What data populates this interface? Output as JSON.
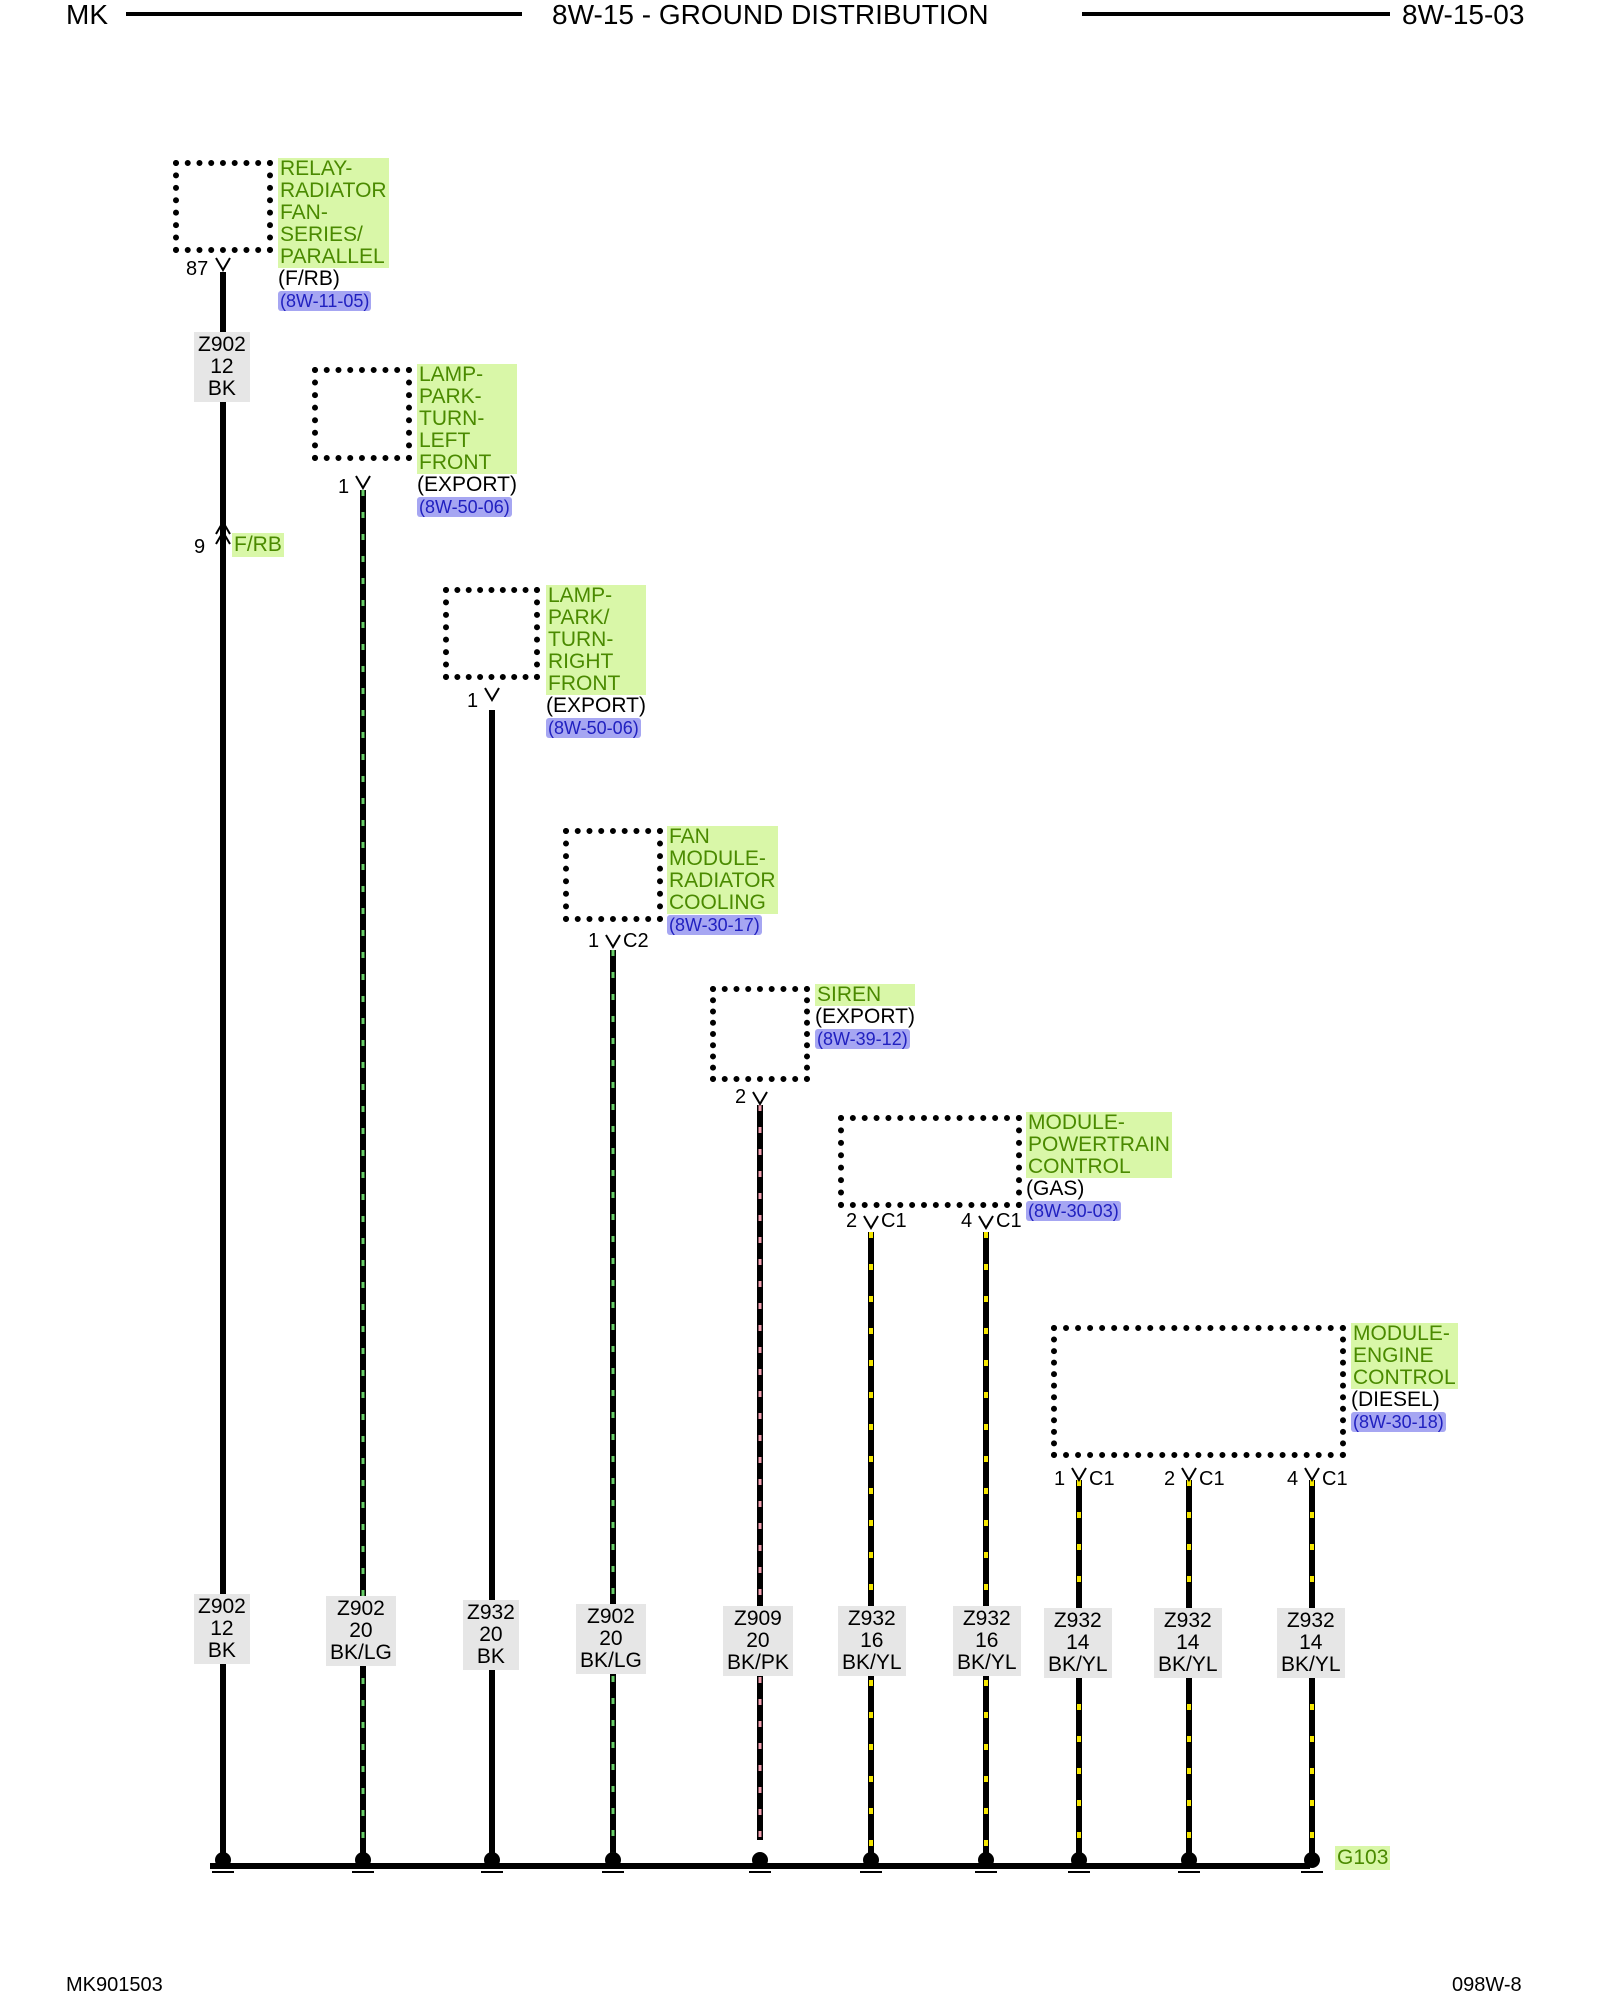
{
  "header": {
    "left": "MK",
    "title": "8W-15 - GROUND DISTRIBUTION",
    "right": "8W-15-03"
  },
  "footer": {
    "left": "MK901503",
    "right": "098W-8"
  },
  "colors": {
    "label_bg": "#d9f7a8",
    "label_text": "#4a8a00",
    "ref_bg": "#a6a6f2",
    "wire_black": "#000000",
    "tracer_lg": "#66cc66",
    "tracer_pk": "#f2a0b0",
    "tracer_yl": "#f5e600"
  },
  "components": [
    {
      "label_lines": [
        "RELAY-",
        "RADIATOR",
        "FAN-",
        "SERIES/",
        "PARALLEL"
      ],
      "note": "(F/RB)",
      "ref": "(8W-11-05)"
    },
    {
      "label_lines": [
        "LAMP-",
        "PARK-",
        "TURN-",
        "LEFT",
        "FRONT"
      ],
      "note": "(EXPORT)",
      "ref": "(8W-50-06)"
    },
    {
      "label_lines": [
        "LAMP-",
        "PARK/",
        "TURN-",
        "RIGHT",
        "FRONT"
      ],
      "note": "(EXPORT)",
      "ref": "(8W-50-06)"
    },
    {
      "label_lines": [
        "FAN",
        "MODULE-",
        "RADIATOR",
        "COOLING"
      ],
      "note": "",
      "ref": "(8W-30-17)"
    },
    {
      "label_lines": [
        "SIREN"
      ],
      "note": "(EXPORT)",
      "ref": "(8W-39-12)"
    },
    {
      "label_lines": [
        "MODULE-",
        "POWERTRAIN",
        "CONTROL"
      ],
      "note": "(GAS)",
      "ref": "(8W-30-03)"
    },
    {
      "label_lines": [
        "MODULE-",
        "ENGINE",
        "CONTROL"
      ],
      "note": "(DIESEL)",
      "ref": "(8W-30-18)"
    }
  ],
  "pins": [
    "87",
    "1",
    "1",
    "1",
    "C2",
    "2",
    "2",
    "C1",
    "4",
    "C1",
    "1",
    "C1",
    "2",
    "C1",
    "4",
    "C1"
  ],
  "splice": {
    "pin": "9",
    "name": "F/RB"
  },
  "upper_wire": {
    "circuit": "Z902",
    "gauge": "12",
    "color": "BK"
  },
  "wires": [
    {
      "circuit": "Z902",
      "gauge": "12",
      "color": "BK"
    },
    {
      "circuit": "Z902",
      "gauge": "20",
      "color": "BK/LG"
    },
    {
      "circuit": "Z932",
      "gauge": "20",
      "color": "BK"
    },
    {
      "circuit": "Z902",
      "gauge": "20",
      "color": "BK/LG"
    },
    {
      "circuit": "Z909",
      "gauge": "20",
      "color": "BK/PK"
    },
    {
      "circuit": "Z932",
      "gauge": "16",
      "color": "BK/YL"
    },
    {
      "circuit": "Z932",
      "gauge": "16",
      "color": "BK/YL"
    },
    {
      "circuit": "Z932",
      "gauge": "14",
      "color": "BK/YL"
    },
    {
      "circuit": "Z932",
      "gauge": "14",
      "color": "BK/YL"
    },
    {
      "circuit": "Z932",
      "gauge": "14",
      "color": "BK/YL"
    }
  ],
  "ground": "G103"
}
